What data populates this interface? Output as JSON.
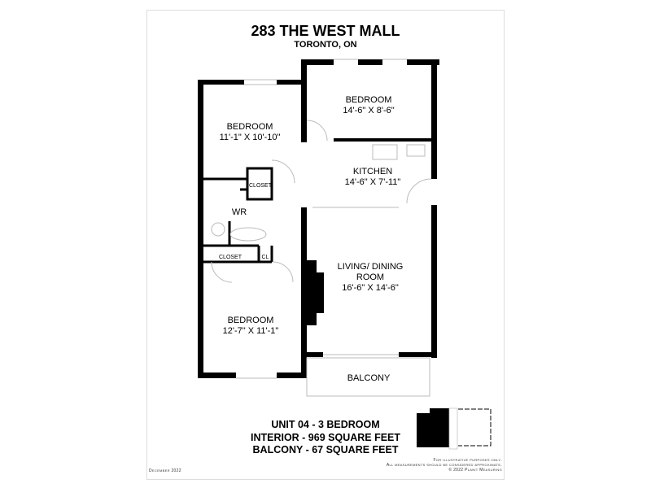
{
  "header": {
    "address": "283 THE WEST MALL",
    "city": "TORONTO, ON"
  },
  "rooms": [
    {
      "name": "BEDROOM",
      "dims": "14'-6\" X 8'-6\""
    },
    {
      "name": "BEDROOM",
      "dims": "11'-1\" X 10'-10\""
    },
    {
      "name": "KITCHEN",
      "dims": "14'-6\" X 7'-11\""
    },
    {
      "name": "CLOSET"
    },
    {
      "name": "WR"
    },
    {
      "name": "CLOSET"
    },
    {
      "name": "CL"
    },
    {
      "name": "LIVING/ DINING",
      "name2": "ROOM",
      "dims": "16'-6\" X 14'-6\""
    },
    {
      "name": "BEDROOM",
      "dims": "12'-7\" X 11'-1\""
    },
    {
      "name": "BALCONY"
    }
  ],
  "summary": {
    "unit": "UNIT 04 - 3 BEDROOM",
    "interior": "INTERIOR - 969 SQUARE FEET",
    "balcony": "BALCONY - 67 SQUARE FEET"
  },
  "footer": {
    "date": "December 2022",
    "disclaimer1": "For illustrative purposes only.",
    "disclaimer2": "All measurements should be considered approximate.",
    "copyright": "© 2022 Planit Measuring"
  }
}
